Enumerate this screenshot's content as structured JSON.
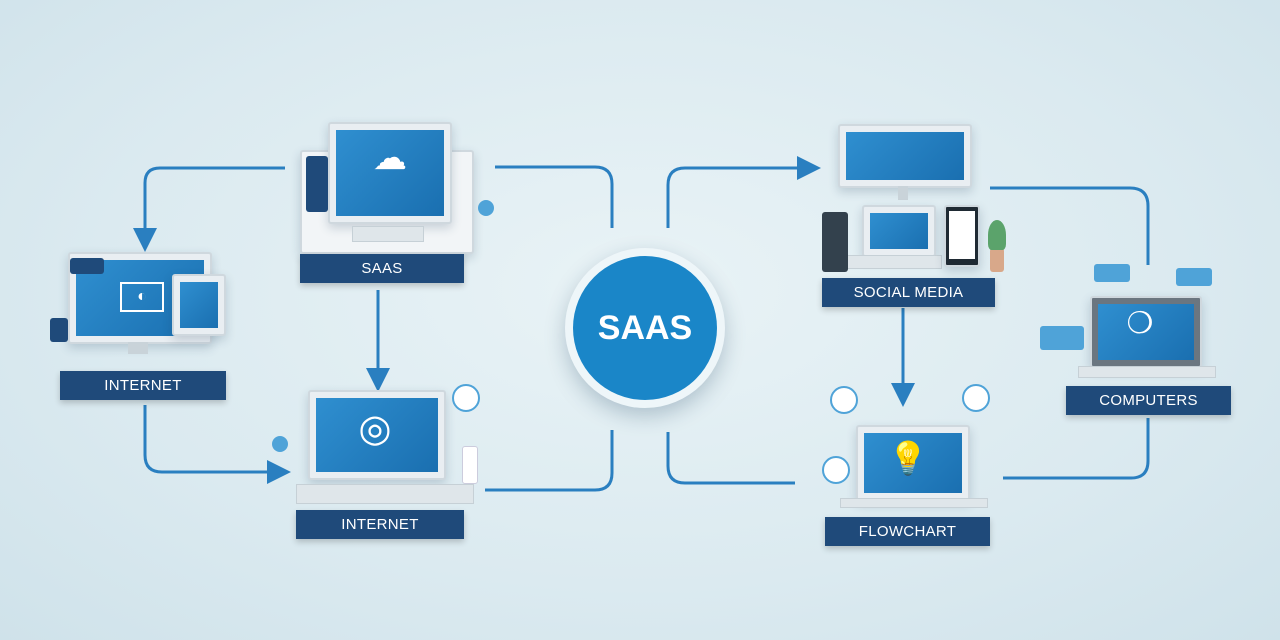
{
  "center": {
    "label": "SAAS"
  },
  "nodes": {
    "internet_left": {
      "label": "INTERNET",
      "icon": "monitor-icon"
    },
    "saas_top": {
      "label": "SAAS",
      "icon": "cloud-icon"
    },
    "internet_bottom": {
      "label": "INTERNET",
      "icon": "fingerprint-icon"
    },
    "social_media": {
      "label": "SOCIAL MEDIA",
      "icon": "devices-icon"
    },
    "flowchart": {
      "label": "FLOWCHART",
      "icon": "lightbulb-icon"
    },
    "computers": {
      "label": "COMPUTERS",
      "icon": "laptop-icon"
    }
  },
  "colors": {
    "line": "#2a7fc0",
    "label_bg": "#1f4a7a",
    "circle": "#1a86c8"
  }
}
